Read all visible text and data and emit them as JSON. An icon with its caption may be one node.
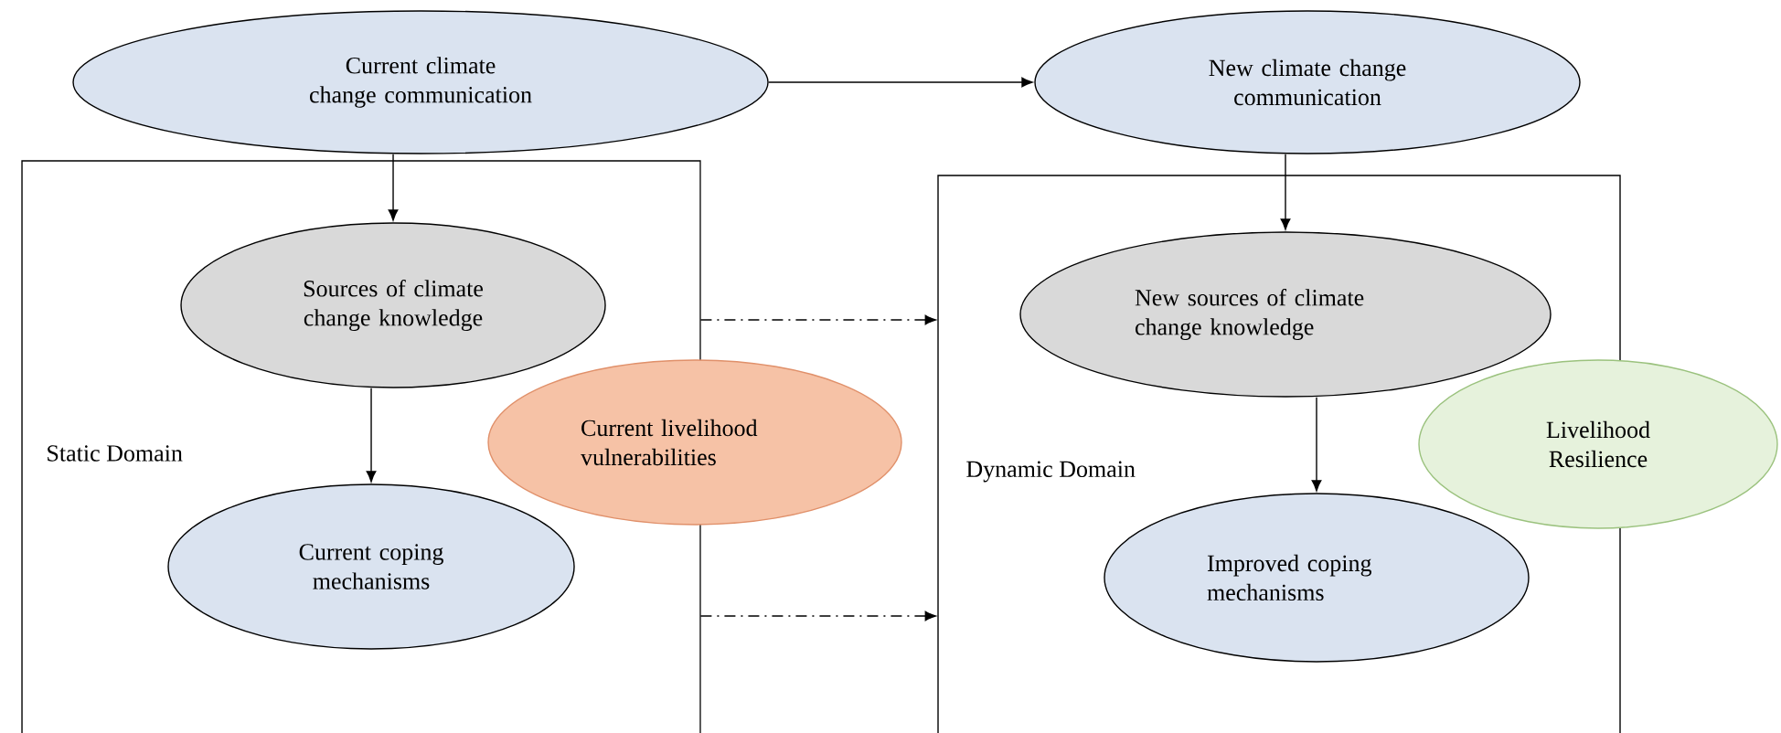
{
  "diagram": {
    "nodes": [
      {
        "text": [
          "Current climate change communication"
        ]
      },
      {
        "text": [
          "Static Domain"
        ]
      },
      {
        "text": [
          "Sources of climate change knowledge"
        ],
        "in": 1
      },
      {
        "text": [
          "Current coping mechanisms"
        ],
        "in": 1
      },
      {
        "text": [
          "Current livelihood vulnerabilities"
        ]
      },
      {
        "text": [
          "New climate change communication"
        ]
      },
      {
        "text": [
          "Dynamic Domain"
        ]
      },
      {
        "text": [
          "New sources of climate change knowledge"
        ],
        "in": 6
      },
      {
        "text": [
          "Improved coping mechanisms"
        ],
        "in": 6
      },
      {
        "text": [
          "Livelihood Resilience"
        ]
      }
    ],
    "edges": [
      {
        "from": 0,
        "to": 5,
        "arrow": "to"
      },
      {
        "from": 0,
        "to": 2,
        "arrow": "to"
      },
      {
        "from": 2,
        "to": 3,
        "arrow": "to"
      },
      {
        "from": 5,
        "to": 7,
        "arrow": "to"
      },
      {
        "from": 7,
        "to": 8,
        "arrow": "to"
      },
      {
        "from": 1,
        "to": 6,
        "arrow": "to",
        "style": "dashed"
      },
      {
        "from": 1,
        "to": 6,
        "arrow": "to",
        "style": "dashed"
      }
    ]
  }
}
